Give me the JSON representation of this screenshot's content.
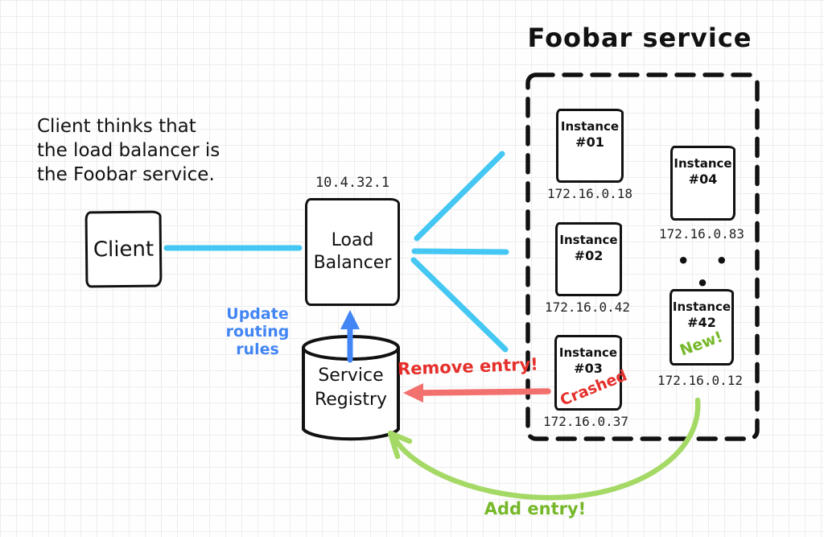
{
  "title": "Foobar service",
  "note": {
    "line1": "Client thinks that",
    "line2": "the load balancer is",
    "line3": "the Foobar service."
  },
  "client": {
    "label": "Client"
  },
  "load_balancer": {
    "ip": "10.4.32.1",
    "line1": "Load",
    "line2": "Balancer"
  },
  "registry": {
    "line1": "Service",
    "line2": "Registry"
  },
  "labels": {
    "update_line1": "Update",
    "update_line2": "routing rules",
    "remove": "Remove entry!",
    "add": "Add entry!"
  },
  "ellipsis": "• • •",
  "instances": [
    {
      "title": "Instance",
      "number": "#01",
      "ip": "172.16.0.18",
      "status": ""
    },
    {
      "title": "Instance",
      "number": "#02",
      "ip": "172.16.0.42",
      "status": ""
    },
    {
      "title": "Instance",
      "number": "#03",
      "ip": "172.16.0.37",
      "status": "Crashed"
    },
    {
      "title": "Instance",
      "number": "#04",
      "ip": "172.16.0.83",
      "status": ""
    },
    {
      "title": "Instance",
      "number": "#42",
      "ip": "172.16.0.12",
      "status": "New!"
    }
  ],
  "colors": {
    "ink": "#111111",
    "cyan": "#44C7F2",
    "blue": "#4285F4",
    "red_arrow": "#F2706D",
    "red_text": "#E5302C",
    "green_arrow": "#A5D965",
    "green_text": "#76B82A"
  }
}
